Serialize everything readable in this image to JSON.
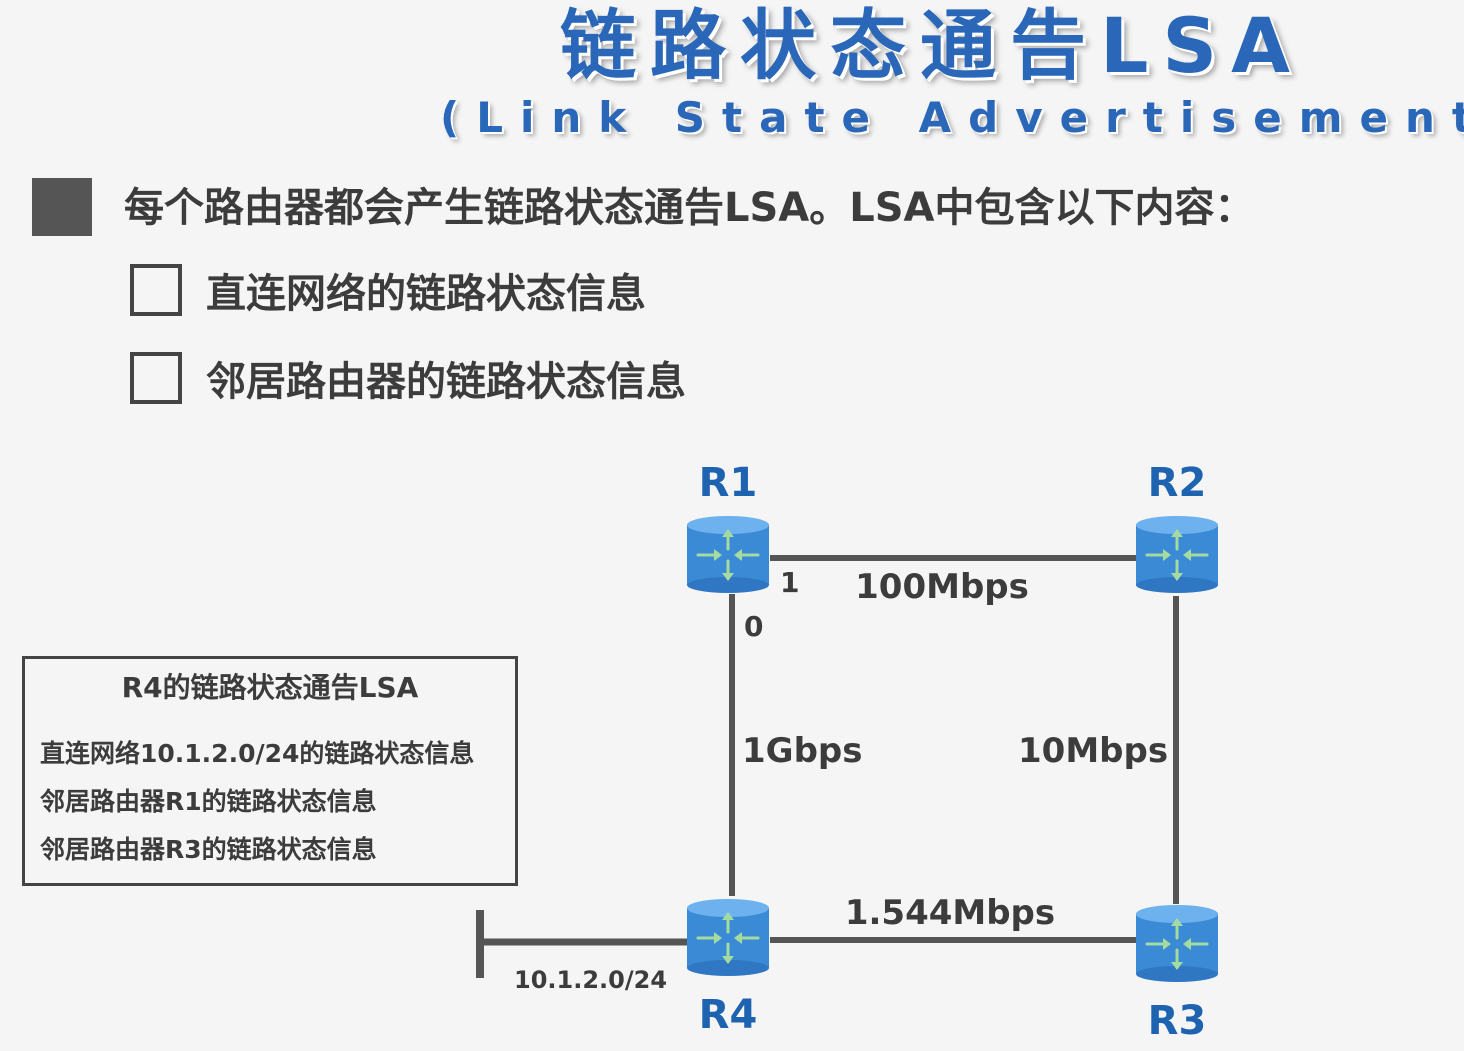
{
  "title": "链路状态通告LSA",
  "subtitle": "(Link State Advertisement)",
  "main_bullet": "每个路由器都会产生链路状态通告LSA。LSA中包含以下内容：",
  "sub_bullets": [
    "直连网络的链路状态信息",
    "邻居路由器的链路状态信息"
  ],
  "lsa_box": {
    "title": "R4的链路状态通告LSA",
    "lines": [
      "直连网络10.1.2.0/24的链路状态信息",
      "邻居路由器R1的链路状态信息",
      "邻居路由器R3的链路状态信息"
    ]
  },
  "routers": {
    "r1": "R1",
    "r2": "R2",
    "r3": "R3",
    "r4": "R4"
  },
  "links": {
    "r1_r2": "100Mbps",
    "r1_r4": "1Gbps",
    "r2_r3": "10Mbps",
    "r4_r3": "1.544Mbps"
  },
  "ports": {
    "r1_right": "1",
    "r1_bottom": "0"
  },
  "network": "10.1.2.0/24",
  "colors": {
    "accent_blue": "#2a67b8",
    "router_blue": "#3b8ad6",
    "arrow_green": "#9fd49a",
    "text_dark": "#3c3c3c"
  }
}
